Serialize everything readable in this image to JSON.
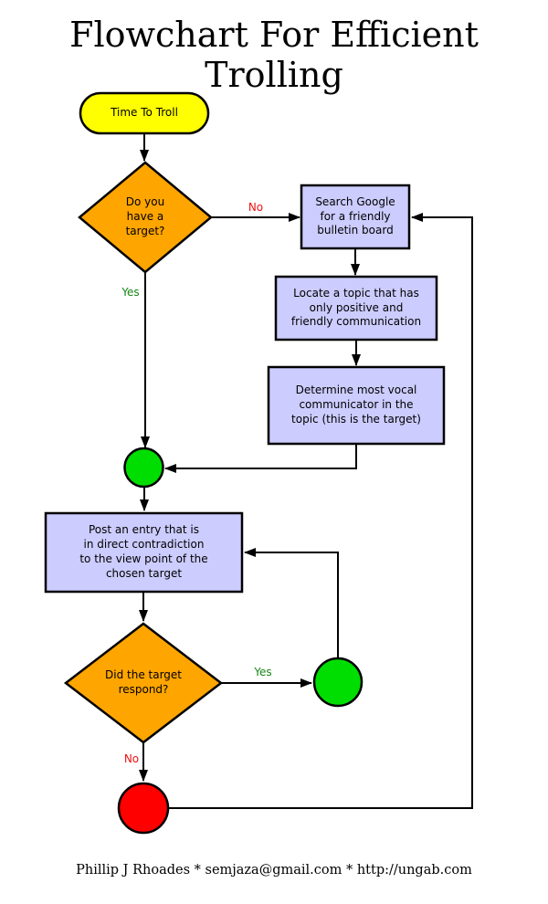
{
  "title": "Flowchart For Efficient Trolling",
  "footer": "Phillip J Rhoades * semjaza@gmail.com * http://ungab.com",
  "colors": {
    "start_fill": "#ffff00",
    "decision_fill": "#ffa500",
    "process_fill": "#ccccff",
    "success_fill": "#00dd00",
    "fail_fill": "#ff0000",
    "yes_label": "#168616",
    "no_label": "#ee1111",
    "line": "#000000"
  },
  "nodes": {
    "start": {
      "label": "Time To Troll"
    },
    "have_target": {
      "label": "Do you\nhave a\ntarget?"
    },
    "search_google": {
      "label": "Search Google\nfor a friendly\nbulletin board"
    },
    "locate_topic": {
      "label": "Locate a topic that has\nonly positive and\nfriendly communication"
    },
    "determine_vocal": {
      "label": "Determine most vocal\ncommunicator in the\ntopic (this is the target)"
    },
    "post_entry": {
      "label": "Post an entry that is\nin direct contradiction\nto the view point of the\nchosen target"
    },
    "did_respond": {
      "label": "Did the target\nrespond?"
    }
  },
  "edge_labels": {
    "no_target": "No",
    "yes_target": "Yes",
    "yes_respond": "Yes",
    "no_respond": "No"
  }
}
